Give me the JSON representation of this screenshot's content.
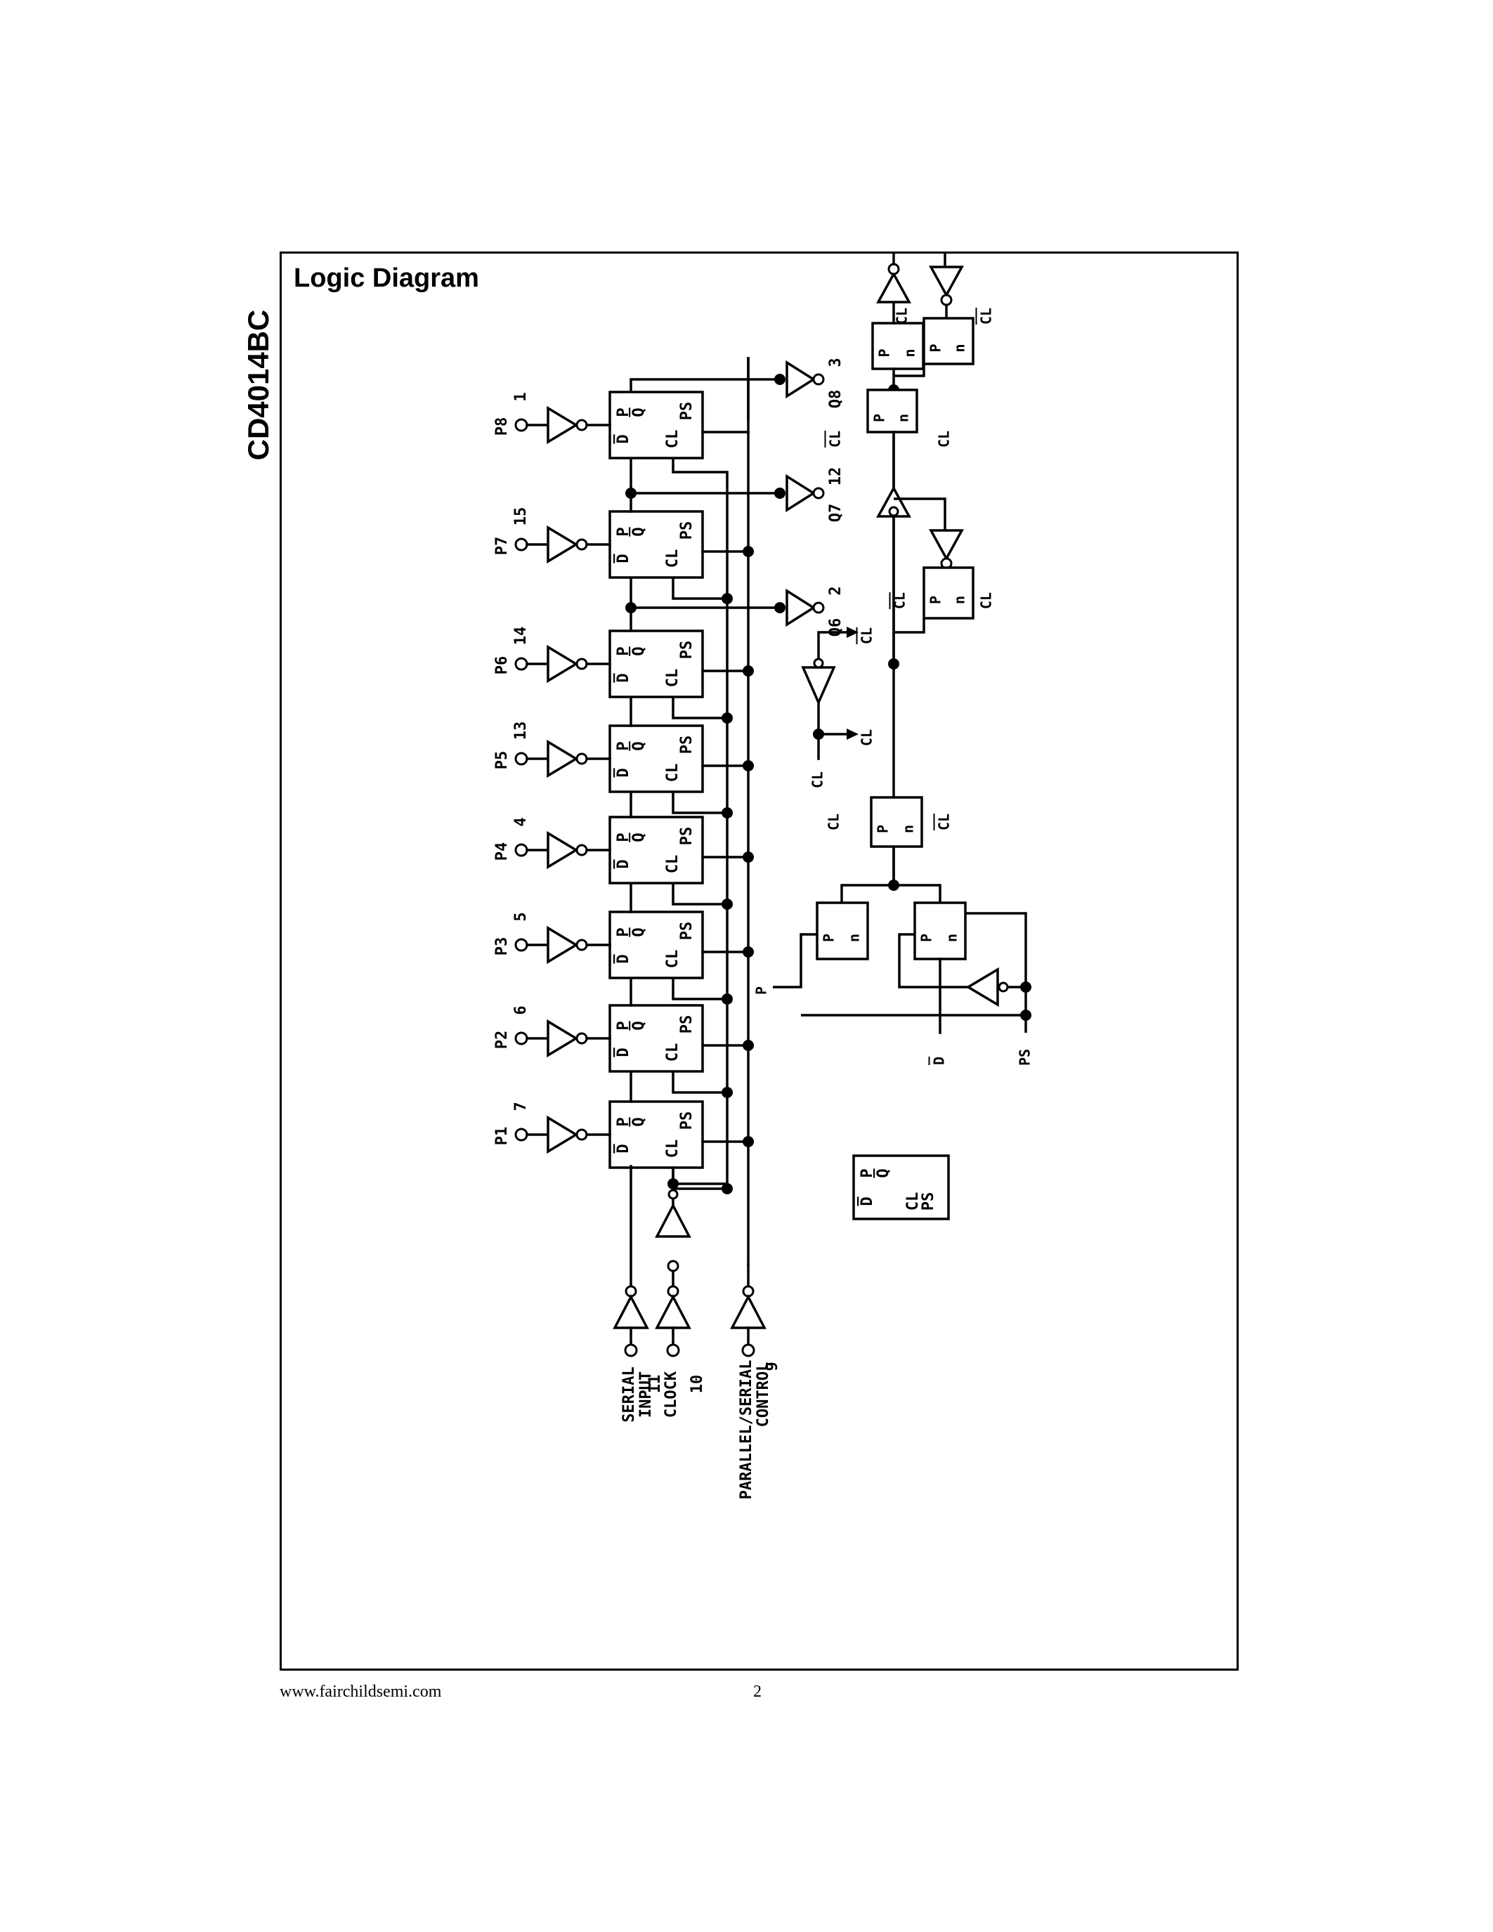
{
  "document": {
    "part_number": "CD4014BC",
    "section_title": "Logic Diagram",
    "footer_url": "www.fairchildsemi.com",
    "page_number": "2"
  },
  "diagram": {
    "stages": [
      {
        "label": "P1",
        "pin": "7"
      },
      {
        "label": "P2",
        "pin": "6"
      },
      {
        "label": "P3",
        "pin": "5"
      },
      {
        "label": "P4",
        "pin": "4"
      },
      {
        "label": "P5",
        "pin": "13"
      },
      {
        "label": "P6",
        "pin": "14"
      },
      {
        "label": "P7",
        "pin": "15"
      },
      {
        "label": "P8",
        "pin": "1"
      }
    ],
    "outputs": [
      {
        "label": "Q6",
        "pin": "2"
      },
      {
        "label": "Q7",
        "pin": "12"
      },
      {
        "label": "Q8",
        "pin": "3"
      }
    ],
    "inputs": [
      {
        "label": "SERIAL",
        "label2": "INPUT",
        "pin": "11"
      },
      {
        "label": "CLOCK",
        "label2": "",
        "pin": "10"
      },
      {
        "label": "PARALLEL/SERIAL",
        "label2": "CONTROL",
        "pin": "9"
      }
    ],
    "flipflop_pins": {
      "d": "D",
      "p": "P",
      "q": "Q",
      "cl": "CL",
      "ps": "PS"
    },
    "detail_labels": {
      "p_in": "P",
      "d_in": "D",
      "ps_in": "PS",
      "q_out": "Q",
      "cl": "CL",
      "cl_bar": "CL",
      "tg_p": "P",
      "tg_n": "n"
    }
  }
}
